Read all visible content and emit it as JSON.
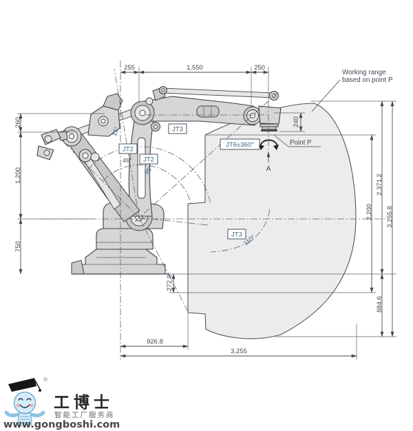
{
  "diagram": {
    "type": "robot-working-range-side-elevation",
    "note": {
      "working_range_line1": "Working range",
      "working_range_line2": "based on point P",
      "point_p": "Point P",
      "section_a": "A"
    },
    "dims": {
      "top_left": "255",
      "top_mid": "1,550",
      "top_right": "250",
      "left_upper": "260",
      "left_mid": "1,200",
      "left_lower": "750",
      "wrist_offset": "240",
      "right_2200": "2,200",
      "right_2371": "2,371.2",
      "right_3255": "3,255.8",
      "right_884": "884.6",
      "below_272": "272.9",
      "bottom_926": "926.8",
      "bottom_3255": "3,255"
    },
    "labels": {
      "jt2_a": "JT2",
      "jt2_b": "JT2",
      "jt3_a": "JT3",
      "jt3_b": "JT3",
      "jt6": "JT6±360°",
      "angle_15": "15°",
      "angle_46": "46°",
      "angle_95": "95°",
      "angle_110": "110°"
    },
    "colors": {
      "envelope_fill": "#ececec",
      "robot_fill": "#d6d6d6",
      "line": "#3d4148",
      "dim_text": "#3f4852",
      "label_text": "#3c637e",
      "logo_blue": "#d6edf9",
      "logo_blue_stroke": "#74aed0",
      "logo_cheek": "#f3aab6"
    }
  },
  "logo": {
    "name": "工博士",
    "reg": "®",
    "tagline": "智能工厂服务商",
    "url": "www.gongboshi.com"
  }
}
